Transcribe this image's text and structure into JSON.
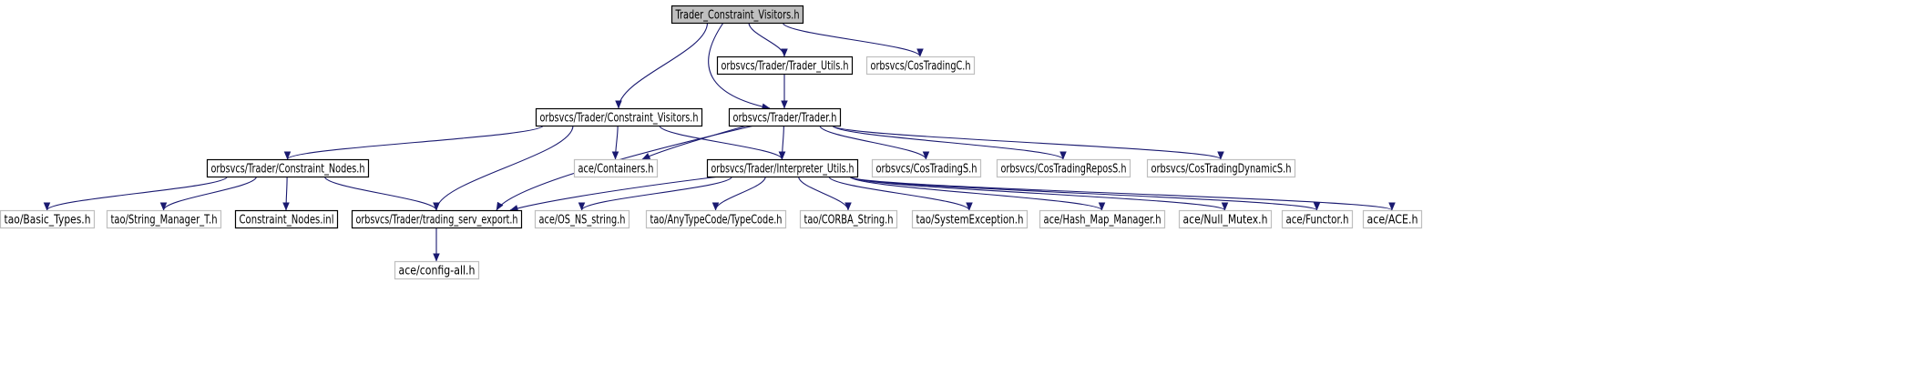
{
  "colors": {
    "edge": "#191970",
    "root_fill": "#bfbfbf",
    "normal_stroke": "#000000",
    "external_stroke": "#bfbfbf",
    "text": "#000000"
  },
  "nodes": [
    {
      "id": "root",
      "label": "Trader_Constraint_Visitors.h",
      "style": "root"
    },
    {
      "id": "trader_utils",
      "label": "orbsvcs/Trader/Trader_Utils.h",
      "style": "normal"
    },
    {
      "id": "costradingc",
      "label": "orbsvcs/CosTradingC.h",
      "style": "external"
    },
    {
      "id": "constraint_visitors",
      "label": "orbsvcs/Trader/Constraint_Visitors.h",
      "style": "normal"
    },
    {
      "id": "trader",
      "label": "orbsvcs/Trader/Trader.h",
      "style": "normal"
    },
    {
      "id": "constraint_nodes",
      "label": "orbsvcs/Trader/Constraint_Nodes.h",
      "style": "normal"
    },
    {
      "id": "containers",
      "label": "ace/Containers.h",
      "style": "external"
    },
    {
      "id": "interpreter_utils",
      "label": "orbsvcs/Trader/Interpreter_Utils.h",
      "style": "normal"
    },
    {
      "id": "costradings",
      "label": "orbsvcs/CosTradingS.h",
      "style": "external"
    },
    {
      "id": "costradingrepos",
      "label": "orbsvcs/CosTradingReposS.h",
      "style": "external"
    },
    {
      "id": "costradingdynamic",
      "label": "orbsvcs/CosTradingDynamicS.h",
      "style": "external"
    },
    {
      "id": "basic_types",
      "label": "tao/Basic_Types.h",
      "style": "external"
    },
    {
      "id": "string_manager",
      "label": "tao/String_Manager_T.h",
      "style": "external"
    },
    {
      "id": "constraint_nodes_inl",
      "label": "Constraint_Nodes.inl",
      "style": "normal"
    },
    {
      "id": "trading_serv_export",
      "label": "orbsvcs/Trader/trading_serv_export.h",
      "style": "normal"
    },
    {
      "id": "os_ns_string",
      "label": "ace/OS_NS_string.h",
      "style": "external"
    },
    {
      "id": "typecode",
      "label": "tao/AnyTypeCode/TypeCode.h",
      "style": "external"
    },
    {
      "id": "corba_string",
      "label": "tao/CORBA_String.h",
      "style": "external"
    },
    {
      "id": "system_exception",
      "label": "tao/SystemException.h",
      "style": "external"
    },
    {
      "id": "hash_map_manager",
      "label": "ace/Hash_Map_Manager.h",
      "style": "external"
    },
    {
      "id": "null_mutex",
      "label": "ace/Null_Mutex.h",
      "style": "external"
    },
    {
      "id": "functor",
      "label": "ace/Functor.h",
      "style": "external"
    },
    {
      "id": "ace",
      "label": "ace/ACE.h",
      "style": "external"
    },
    {
      "id": "config_all",
      "label": "ace/config-all.h",
      "style": "external"
    }
  ],
  "edges": [
    {
      "from": "root",
      "to": "trader_utils"
    },
    {
      "from": "root",
      "to": "costradingc"
    },
    {
      "from": "root",
      "to": "constraint_visitors"
    },
    {
      "from": "root",
      "to": "trader"
    },
    {
      "from": "trader_utils",
      "to": "trader"
    },
    {
      "from": "constraint_visitors",
      "to": "constraint_nodes"
    },
    {
      "from": "constraint_visitors",
      "to": "containers"
    },
    {
      "from": "constraint_visitors",
      "to": "interpreter_utils"
    },
    {
      "from": "constraint_visitors",
      "to": "trading_serv_export"
    },
    {
      "from": "trader",
      "to": "containers"
    },
    {
      "from": "trader",
      "to": "interpreter_utils"
    },
    {
      "from": "trader",
      "to": "costradings"
    },
    {
      "from": "trader",
      "to": "costradingrepos"
    },
    {
      "from": "trader",
      "to": "costradingdynamic"
    },
    {
      "from": "trader",
      "to": "trading_serv_export"
    },
    {
      "from": "constraint_nodes",
      "to": "basic_types"
    },
    {
      "from": "constraint_nodes",
      "to": "string_manager"
    },
    {
      "from": "constraint_nodes",
      "to": "constraint_nodes_inl"
    },
    {
      "from": "constraint_nodes",
      "to": "trading_serv_export"
    },
    {
      "from": "interpreter_utils",
      "to": "trading_serv_export"
    },
    {
      "from": "interpreter_utils",
      "to": "os_ns_string"
    },
    {
      "from": "interpreter_utils",
      "to": "typecode"
    },
    {
      "from": "interpreter_utils",
      "to": "corba_string"
    },
    {
      "from": "interpreter_utils",
      "to": "system_exception"
    },
    {
      "from": "interpreter_utils",
      "to": "hash_map_manager"
    },
    {
      "from": "interpreter_utils",
      "to": "null_mutex"
    },
    {
      "from": "interpreter_utils",
      "to": "functor"
    },
    {
      "from": "interpreter_utils",
      "to": "ace"
    },
    {
      "from": "trading_serv_export",
      "to": "config_all"
    }
  ]
}
